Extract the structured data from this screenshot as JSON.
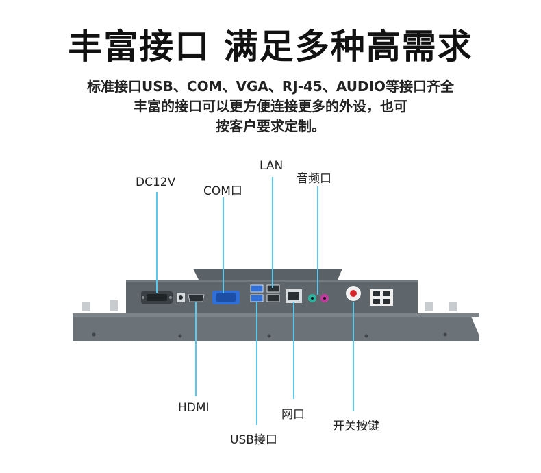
{
  "heading": "丰富接口 满足多种高需求",
  "description": [
    "标准接口USB、COM、VGA、RJ-45、AUDIO等接口齐全",
    "丰富的接口可以更方便连接更多的外设，也可",
    "按客户要求定制。"
  ],
  "labels": {
    "dc12v": "DC12V",
    "com": "COM口",
    "lan": "LAN",
    "audio": "音频口",
    "hdmi": "HDMI",
    "usb": "USB接口",
    "network": "网口",
    "power_button": "开关按键"
  },
  "colors": {
    "leader_line": "#5bc8ec",
    "panel": "#6b7378",
    "panel_dark": "#4e5559",
    "port_body": "#2a2f33",
    "usb_blue": "#2f6fd6",
    "audio_green": "#2bb3a0",
    "audio_pink": "#c33aa0",
    "power_red": "#d8232a"
  }
}
